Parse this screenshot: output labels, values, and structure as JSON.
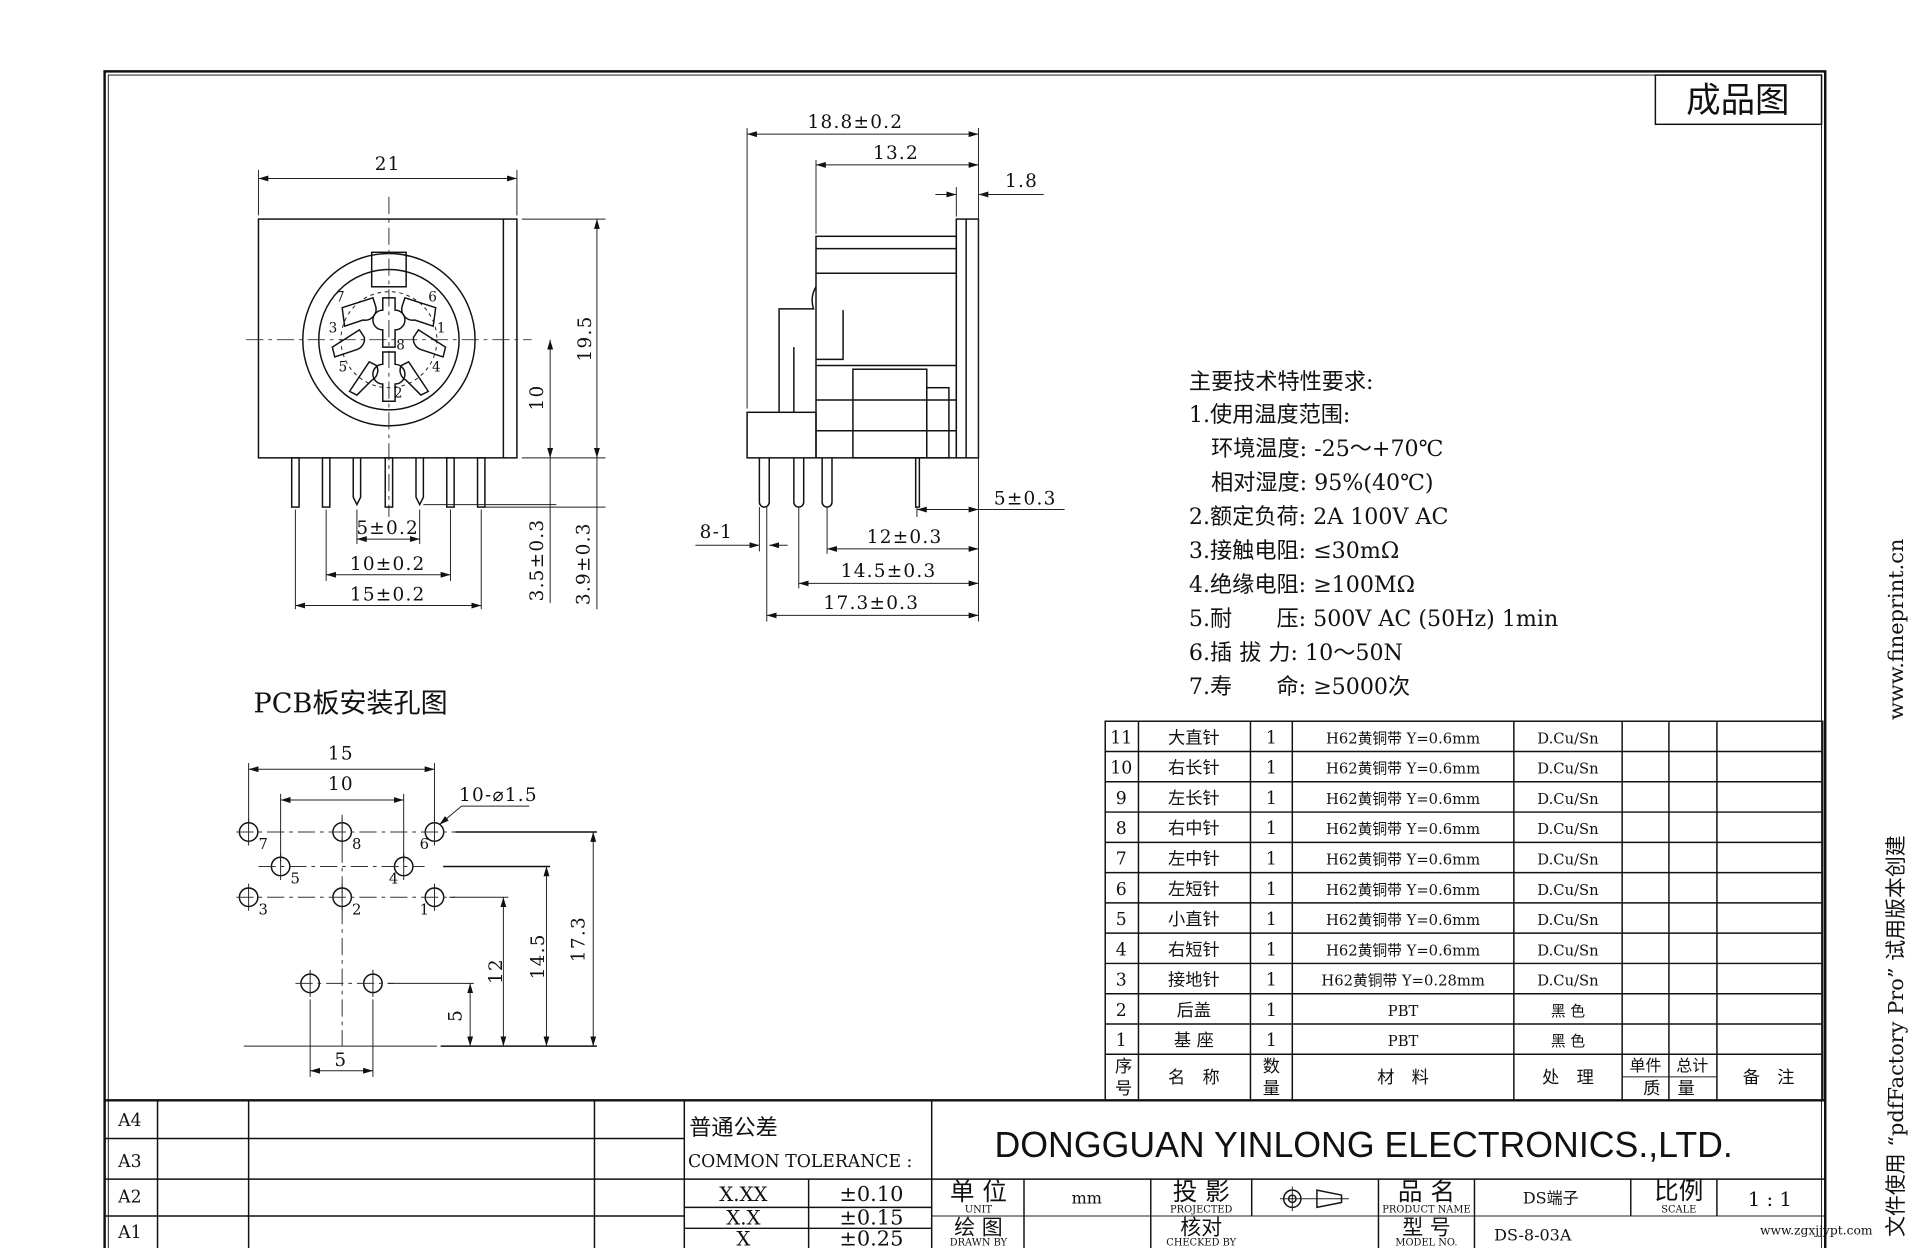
{
  "title_box": "成品图",
  "front_view": {
    "dims": {
      "width": "21",
      "height": "19.5",
      "center_height": "10",
      "pin_a": "3.5±0.3",
      "pin_b": "3.9±0.3",
      "pitch_5": "5±0.2",
      "pitch_10": "10±0.2",
      "pitch_15": "15±0.2"
    },
    "pin_labels": [
      "1",
      "2",
      "3",
      "4",
      "5",
      "6",
      "7",
      "8"
    ]
  },
  "side_view": {
    "dims": {
      "overall": "18.8±0.2",
      "body": "13.2",
      "flange": "1.8",
      "short_pin": "5±0.3",
      "d12": "12±0.3",
      "d145": "14.5±0.3",
      "d173": "17.3±0.3",
      "pin_w": "8-1"
    }
  },
  "specs": {
    "heading": "主要技术特性要求:",
    "lines": [
      "1.使用温度范围:",
      "　环境温度: -25～+70℃",
      "　相对湿度: 95%(40℃)",
      "2.额定负荷: 2A 100V AC",
      "3.接触电阻: ≤30mΩ",
      "4.绝缘电阻: ≥100MΩ",
      "5.耐　　压: 500V AC (50Hz) 1min",
      "6.插 拔 力: 10～50N",
      "7.寿　　命: ≥5000次"
    ]
  },
  "pcb": {
    "title": "PCB板安装孔图",
    "dims": {
      "w15": "15",
      "w10": "10",
      "holes": "10-⌀1.5",
      "h173": "17.3",
      "h145": "14.5",
      "h12": "12",
      "h5": "5",
      "w5": "5"
    },
    "hole_labels": [
      "7",
      "8",
      "6",
      "5",
      "4",
      "3",
      "2",
      "1"
    ]
  },
  "bom": {
    "rows": [
      {
        "no": "11",
        "name": "大直针",
        "qty": "1",
        "material": "H62黄铜带 Y=0.6mm",
        "finish": "D.Cu/Sn"
      },
      {
        "no": "10",
        "name": "右长针",
        "qty": "1",
        "material": "H62黄铜带 Y=0.6mm",
        "finish": "D.Cu/Sn"
      },
      {
        "no": "9",
        "name": "左长针",
        "qty": "1",
        "material": "H62黄铜带 Y=0.6mm",
        "finish": "D.Cu/Sn"
      },
      {
        "no": "8",
        "name": "右中针",
        "qty": "1",
        "material": "H62黄铜带 Y=0.6mm",
        "finish": "D.Cu/Sn"
      },
      {
        "no": "7",
        "name": "左中针",
        "qty": "1",
        "material": "H62黄铜带 Y=0.6mm",
        "finish": "D.Cu/Sn"
      },
      {
        "no": "6",
        "name": "左短针",
        "qty": "1",
        "material": "H62黄铜带 Y=0.6mm",
        "finish": "D.Cu/Sn"
      },
      {
        "no": "5",
        "name": "小直针",
        "qty": "1",
        "material": "H62黄铜带 Y=0.6mm",
        "finish": "D.Cu/Sn"
      },
      {
        "no": "4",
        "name": "右短针",
        "qty": "1",
        "material": "H62黄铜带 Y=0.6mm",
        "finish": "D.Cu/Sn"
      },
      {
        "no": "3",
        "name": "接地针",
        "qty": "1",
        "material": "H62黄铜带 Y=0.28mm",
        "finish": "D.Cu/Sn"
      },
      {
        "no": "2",
        "name": "后盖",
        "qty": "1",
        "material": "PBT",
        "finish": "黑 色"
      },
      {
        "no": "1",
        "name": "基 座",
        "qty": "1",
        "material": "PBT",
        "finish": "黑 色"
      }
    ],
    "header": {
      "no_a": "序",
      "no_b": "号",
      "name": "名　称",
      "qty_a": "数",
      "qty_b": "量",
      "material": "材　料",
      "finish": "处　理",
      "unit": "单件",
      "total": "总计",
      "mass": "质　量",
      "remark": "备　注"
    }
  },
  "title_block": {
    "revisions": [
      "A4",
      "A3",
      "A2",
      "A1"
    ],
    "tolerance_cn": "普通公差",
    "tolerance_en": "COMMON TOLERANCE :",
    "tolerances": [
      {
        "fmt": "X.XX",
        "val": "±0.10"
      },
      {
        "fmt": "X.X",
        "val": "±0.15"
      },
      {
        "fmt": "X",
        "val": "±0.25"
      }
    ],
    "company": "DONGGUAN YINLONG ELECTRONICS.,LTD.",
    "unit_cn": "单 位",
    "unit_en": "UNIT",
    "unit_val": "mm",
    "projection_cn": "投 影",
    "projection_en": "PROJECTED",
    "product_cn": "品 名",
    "product_en": "PRODUCT NAME",
    "product_val": "DS端子",
    "scale_cn": "比例",
    "scale_en": "SCALE",
    "scale_val": "1 : 1",
    "drawn_cn": "绘 图",
    "drawn_en": "DRAWN BY",
    "checked_cn": "核对",
    "checked_en": "CHECKED BY",
    "model_cn": "型 号",
    "model_en": "MODEL NO.",
    "model_val": "DS-8-03A"
  },
  "watermark": {
    "text": "文件使用 “pdfFactory Pro” 试用版本创建",
    "url": "www.fineprint.cn",
    "site": "www.zgxjjypt.com"
  },
  "colors": {
    "link": "#1a3fa8"
  }
}
